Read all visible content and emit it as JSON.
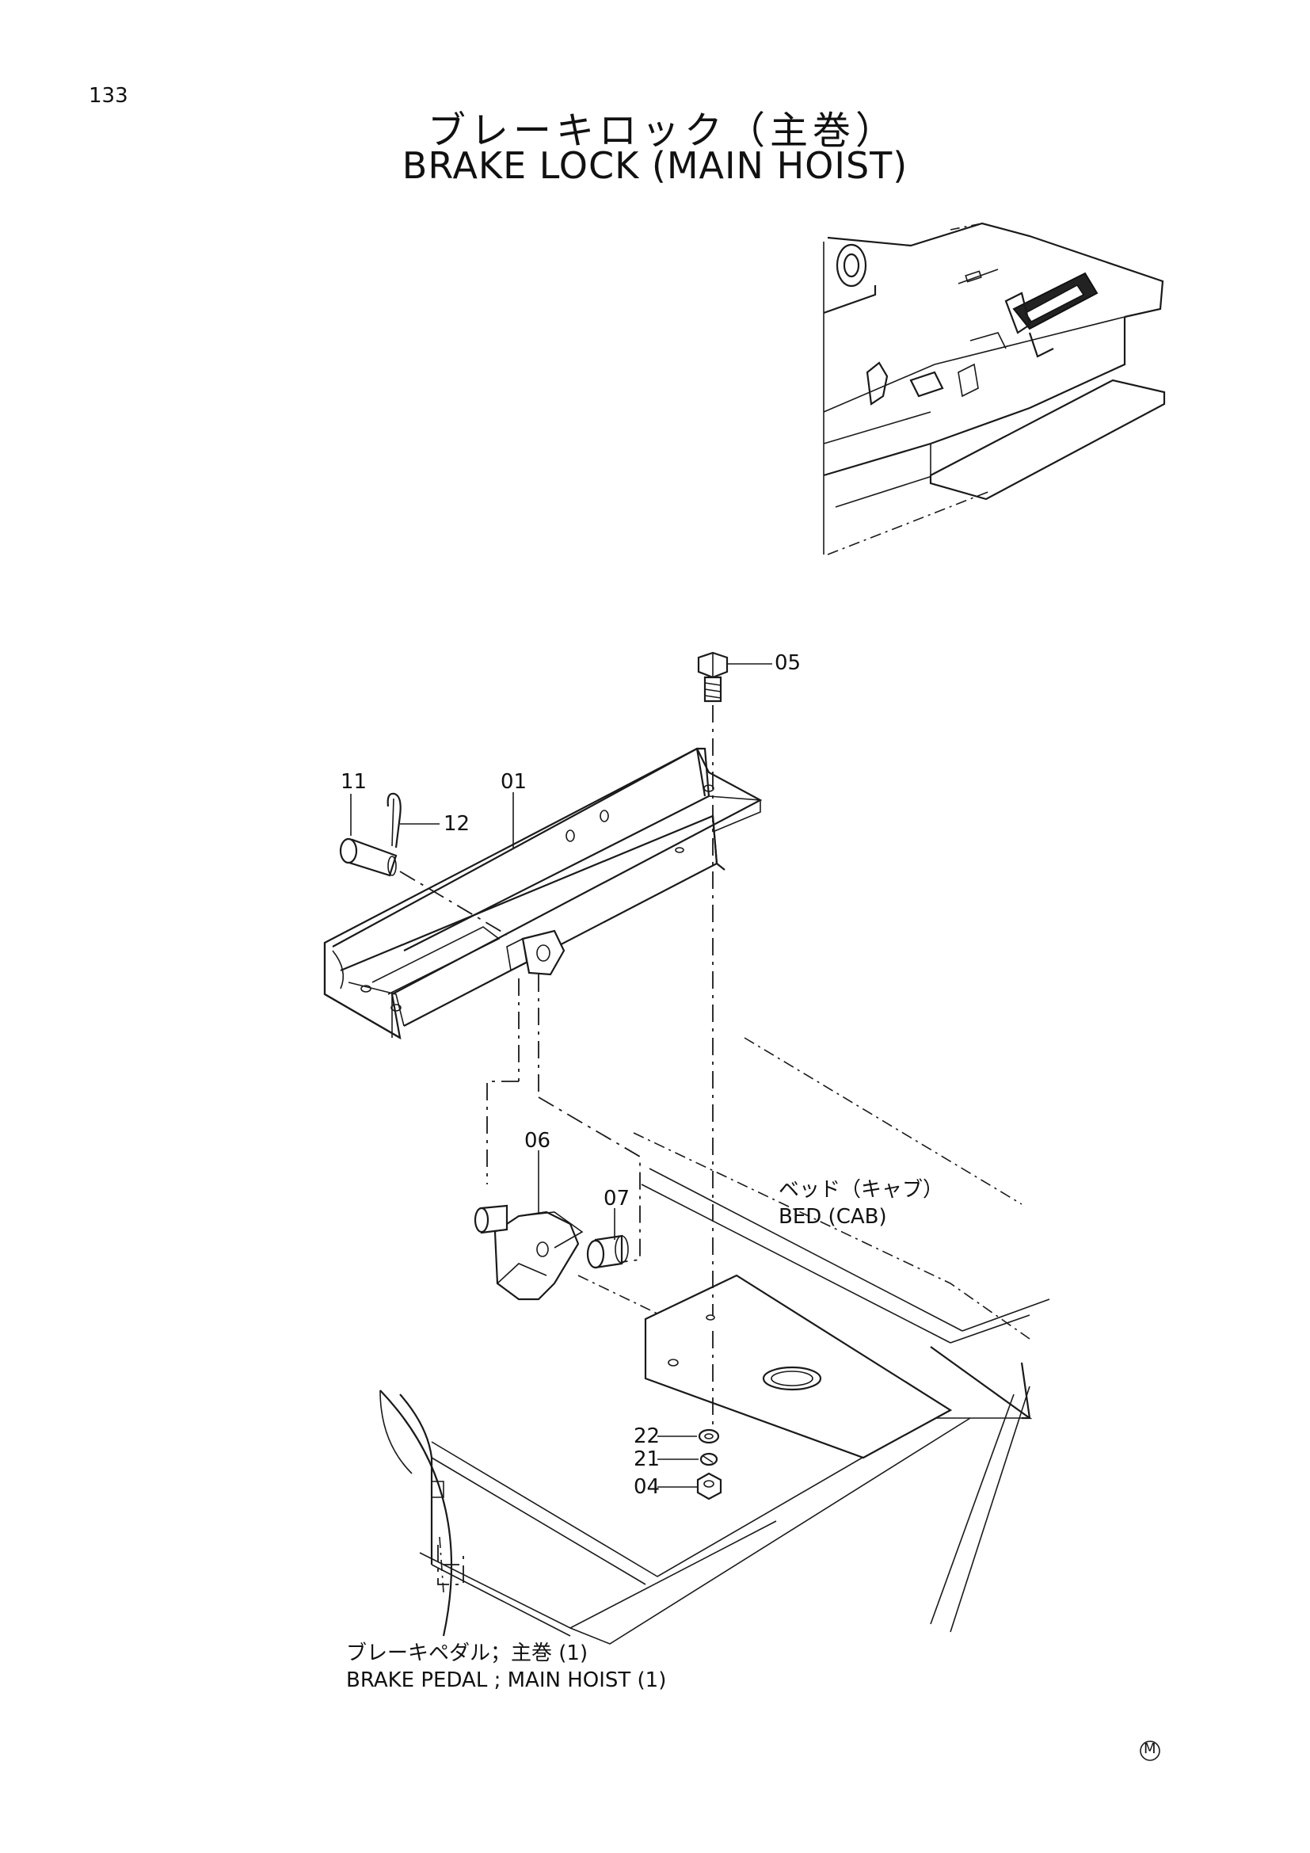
{
  "page_number": "133",
  "title_jp": "ブレーキロック（主巻）",
  "title_en": "BRAKE LOCK (MAIN HOIST)",
  "callouts": [
    {
      "id": "05",
      "label": "05"
    },
    {
      "id": "11",
      "label": "11"
    },
    {
      "id": "01",
      "label": "01"
    },
    {
      "id": "12",
      "label": "12"
    },
    {
      "id": "06",
      "label": "06"
    },
    {
      "id": "07",
      "label": "07"
    },
    {
      "id": "22",
      "label": "22"
    },
    {
      "id": "21",
      "label": "21"
    },
    {
      "id": "04",
      "label": "04"
    }
  ],
  "bed_note": {
    "jp": "ベッド（キャブ）",
    "en": "BED (CAB)"
  },
  "pedal_note": {
    "jp": "ブレーキペダル；主巻 (1)",
    "en": "BRAKE PEDAL ; MAIN HOIST (1)"
  },
  "mark": "M"
}
